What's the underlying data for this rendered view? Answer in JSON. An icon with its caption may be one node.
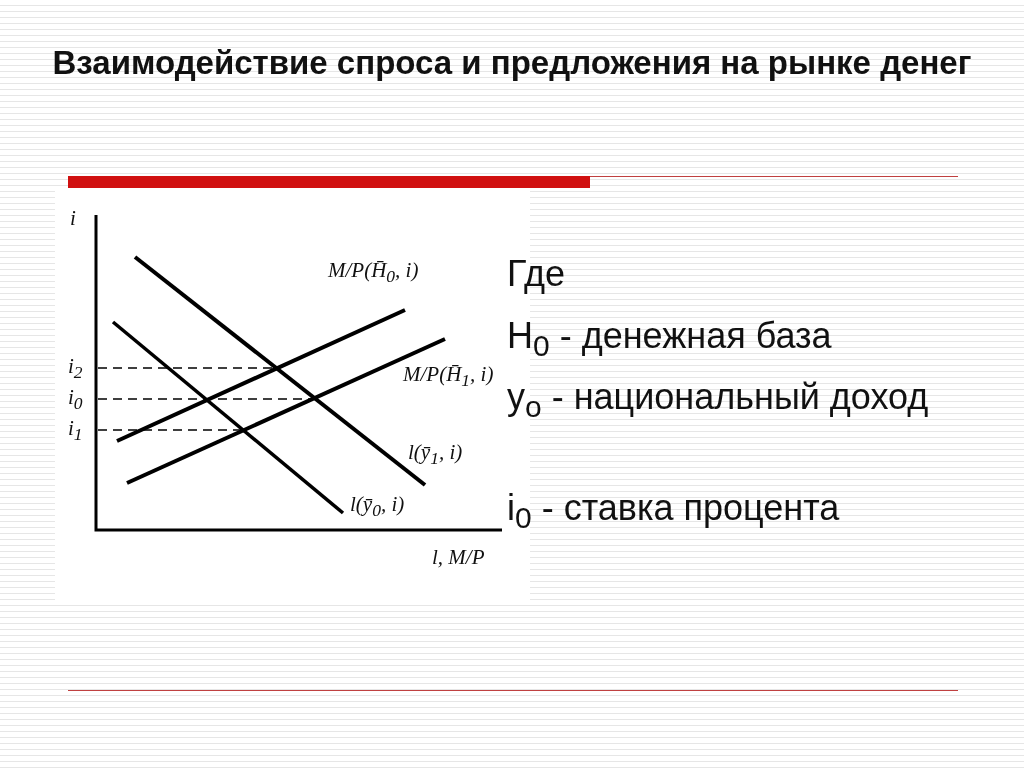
{
  "diagram": {
    "title": "Взаимодействие спроса и предложения на рынке денег",
    "labels": [
      "i",
      "M/P(H̄$_{0}$, i)",
      "i$_{2}$",
      "i$_{0}$",
      "M/P(H̄$_{1}$, i)",
      "i$_{1}$",
      "l(ȳ$_{1}$, i)",
      "l(ȳ$_{0}$, i)",
      "l, M/P",
      "Где",
      "H$_{0}$ - денежная база",
      "y$_{o}$ - национальный доход",
      "i$_{0}$ - ставка процента"
    ]
  }
}
